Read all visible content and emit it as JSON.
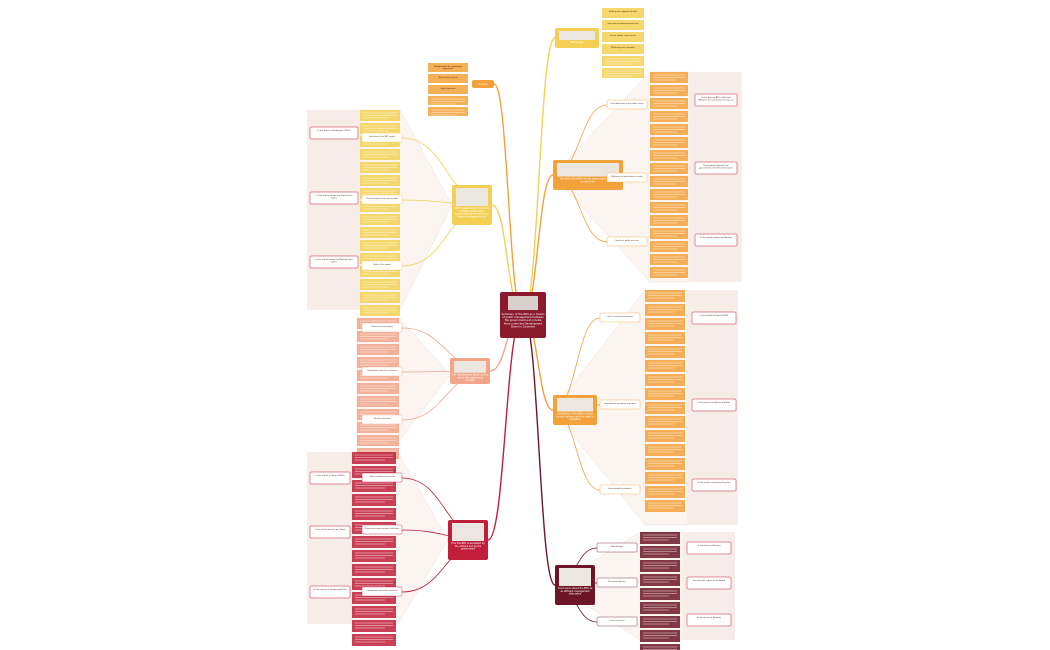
{
  "colors": {
    "root": "#8b1a2b",
    "yellow": "#f3d054",
    "orange": "#f3a13a",
    "salmon": "#f1a58a",
    "tan": "#b0a06a",
    "crimson": "#c01e3a",
    "maroon": "#6d1628",
    "band": "#f7ede8",
    "wedge": "#fbf4f1"
  },
  "root": {
    "label": "Summary of the BPO as a means of public management between the government and private firms under the Development Board in Colombia"
  },
  "branches": [
    {
      "id": "b-yellow-top",
      "label": "BPO image",
      "color": "yellow",
      "has_image": true,
      "notes": [
        "Public private approach details",
        "Government outsourcing overview",
        "Service quality requirements",
        "Monitoring and evaluation"
      ]
    },
    {
      "id": "b-orange-small",
      "label": "Context",
      "color": "orange",
      "notes": [
        "Background of the outsourcing agreement",
        "Main actors involved",
        "Legal framework"
      ]
    },
    {
      "id": "b-orange-upper-right",
      "label": "Benefits of the BPO for the government and the private firms",
      "color": "orange",
      "has_image": true,
      "subgroups": [
        {
          "label": "Cost reduction for the public sector",
          "tags": [
            "In the famous BPO of Richard Williams, the company cost was cut"
          ]
        },
        {
          "label": "Efficiency in administrative tasks",
          "tags": [
            "Three parties benefit: the government, the firm and citizens"
          ]
        },
        {
          "label": "Quality of public services",
          "tags": [
            "In the article written by Moreno"
          ]
        }
      ]
    },
    {
      "id": "b-yellow-left",
      "label": "BPO Outsourcing is not just a simple private public partnership agreement but a deeper management tool",
      "color": "yellow",
      "has_image": true,
      "subgroups": [
        {
          "label": "Definition of the BPO model",
          "tags": [
            "In the article of Rodriguez (2019)"
          ]
        },
        {
          "label": "Characteristics of the partnership",
          "tags": [
            "In the article written by Garcia and Lopez"
          ]
        },
        {
          "label": "Risks of the model",
          "tags": [
            "In the article written by Martinez and others"
          ]
        }
      ]
    },
    {
      "id": "b-orange-right",
      "label": "Limitations of the BPO in public service delivery and the need of regulation",
      "color": "orange",
      "has_image": true,
      "subgroups": [
        {
          "label": "Lack of control mechanisms",
          "tags": [
            "In the article of Perez (2018)"
          ]
        },
        {
          "label": "Dependence on private providers",
          "tags": [
            "In the article of Gomez and Ruiz"
          ]
        },
        {
          "label": "Accountability problems",
          "tags": [
            "In the article written by Sanchez"
          ]
        }
      ]
    },
    {
      "id": "b-salmon-left",
      "label": "The Development Board and its role in the outsourcing process",
      "color": "salmon",
      "has_image": true,
      "subgroups": [
        {
          "label": "Functions of the board",
          "tags": []
        },
        {
          "label": "Coordination with the ministries",
          "tags": []
        },
        {
          "label": "Results achieved",
          "tags": []
        }
      ]
    },
    {
      "id": "b-crimson-left",
      "label": "How the BPO is evaluated by the citizens and by the government",
      "color": "crimson",
      "has_image": true,
      "subgroups": [
        {
          "label": "Citizen satisfaction surveys",
          "tags": [
            "In the article of Torres (2020)"
          ]
        },
        {
          "label": "Government performance indicators",
          "tags": [
            "In the article written by Castro"
          ]
        },
        {
          "label": "Comparison with other countries",
          "tags": [
            "In the article of Vargas and Diaz"
          ]
        }
      ]
    },
    {
      "id": "b-maroon-bottom",
      "label": "Conclusions about the BPO as an efficient management alternative",
      "color": "maroon",
      "has_image": true,
      "subgroups": [
        {
          "label": "Main findings",
          "tags": [
            "In the article of Herrera"
          ]
        },
        {
          "label": "Recommendations",
          "tags": [
            "See also the report of the Board"
          ]
        },
        {
          "label": "Future research",
          "tags": [
            "In the article of Ramirez"
          ]
        }
      ]
    }
  ]
}
